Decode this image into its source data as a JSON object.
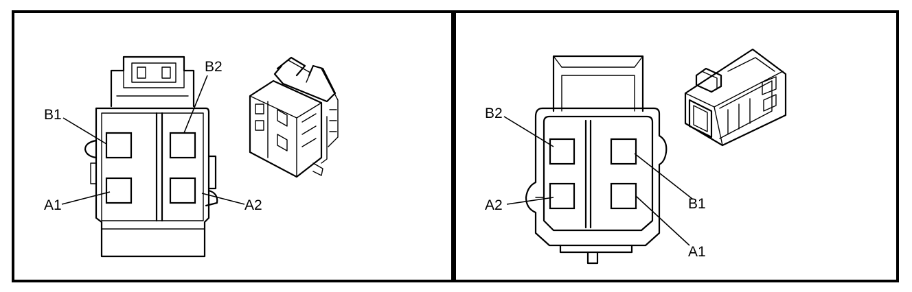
{
  "left_panel": {
    "labels": {
      "b1": "B1",
      "b2": "B2",
      "a1": "A1",
      "a2": "A2"
    }
  },
  "right_panel": {
    "labels": {
      "b2": "B2",
      "a2": "A2",
      "b1": "B1",
      "a1": "A1"
    }
  }
}
